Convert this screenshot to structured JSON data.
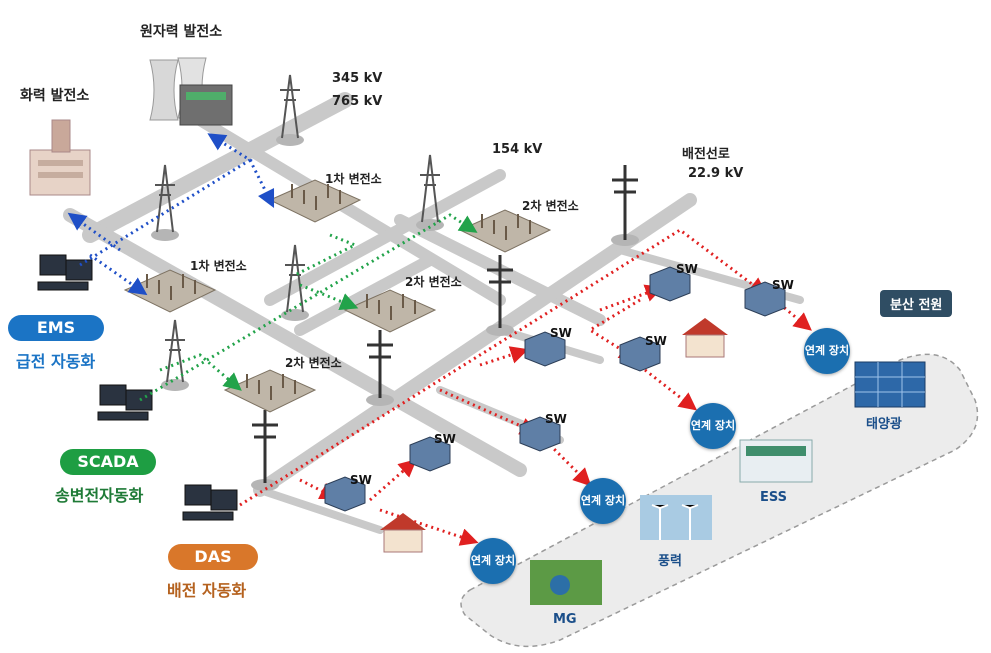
{
  "plants": {
    "nuclear": "원자력 발전소",
    "thermal": "화력 발전소"
  },
  "voltages": {
    "v345": "345 kV",
    "v765": "765 kV",
    "v154": "154 kV",
    "dist_line": "배전선로",
    "v229": "22.9 kV"
  },
  "substations": {
    "first_a": "1차 변전소",
    "first_b": "1차 변전소",
    "second_a": "2차 변전소",
    "second_b": "2차 변전소",
    "second_c": "2차 변전소"
  },
  "systems": [
    {
      "badge": "EMS",
      "label": "급전 자동화",
      "badge_color": "#1b74c5",
      "label_color": "#1b74c5"
    },
    {
      "badge": "SCADA",
      "label": "송변전자동화",
      "badge_color": "#1e9e43",
      "label_color": "#1e7a36"
    },
    {
      "badge": "DAS",
      "label": "배전 자동화",
      "badge_color": "#d9772a",
      "label_color": "#b5621f"
    }
  ],
  "switch_label": "SW",
  "link_device": "연계 장치",
  "distributed": "분산 전원",
  "sources": {
    "solar": "태양광",
    "ess": "ESS",
    "wind": "풍력",
    "mg": "MG"
  },
  "colors": {
    "ems_line": "#1f4fc7",
    "scada_line": "#22a34a",
    "das_line": "#e02020",
    "road": "#c9c9c9"
  }
}
